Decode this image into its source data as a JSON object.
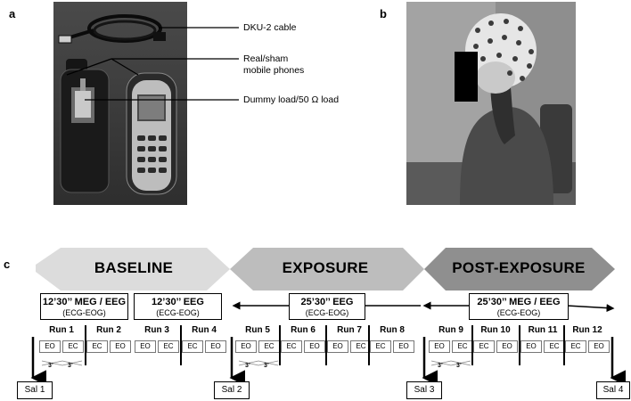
{
  "panels": {
    "a": "a",
    "b": "b",
    "c": "c"
  },
  "panel_a": {
    "callouts": [
      {
        "text": "DKU-2 cable"
      },
      {
        "text": "Real/sham\nmobile phones"
      },
      {
        "text": "Dummy load/50 Ω load"
      }
    ]
  },
  "panel_c": {
    "phases": [
      {
        "label": "BASELINE",
        "color": "#dcdcdc"
      },
      {
        "label": "EXPOSURE",
        "color": "#bdbdbd"
      },
      {
        "label": "POST-EXPOSURE",
        "color": "#8f8f8f"
      }
    ],
    "recordings": [
      {
        "duration": "12’30’’ MEG / EEG",
        "note": "(ECG-EOG)"
      },
      {
        "duration": "12’30’’ EEG",
        "note": "(ECG-EOG)"
      },
      {
        "duration": "25’30’’ EEG",
        "note": "(ECG-EOG)"
      },
      {
        "duration": "25’30’’ MEG / EEG",
        "note": "(ECG-EOG)"
      }
    ],
    "runs": [
      {
        "label": "Run 1",
        "cells": [
          "EO",
          "EC"
        ]
      },
      {
        "label": "Run 2",
        "cells": [
          "EC",
          "EO"
        ]
      },
      {
        "label": "Run 3",
        "cells": [
          "EO",
          "EC"
        ]
      },
      {
        "label": "Run 4",
        "cells": [
          "EC",
          "EO"
        ]
      },
      {
        "label": "Run 5",
        "cells": [
          "EO",
          "EC"
        ]
      },
      {
        "label": "Run 6",
        "cells": [
          "EC",
          "EO"
        ]
      },
      {
        "label": "Run 7",
        "cells": [
          "EO",
          "EC"
        ]
      },
      {
        "label": "Run 8",
        "cells": [
          "EC",
          "EO"
        ]
      },
      {
        "label": "Run 9",
        "cells": [
          "EO",
          "EC"
        ]
      },
      {
        "label": "Run 10",
        "cells": [
          "EC",
          "EO"
        ]
      },
      {
        "label": "Run 11",
        "cells": [
          "EO",
          "EC"
        ]
      },
      {
        "label": "Run 12",
        "cells": [
          "EC",
          "EO"
        ]
      }
    ],
    "interval_label": "3’",
    "saliva": [
      "Sal 1",
      "Sal 2",
      "Sal 3",
      "Sal 4"
    ]
  }
}
